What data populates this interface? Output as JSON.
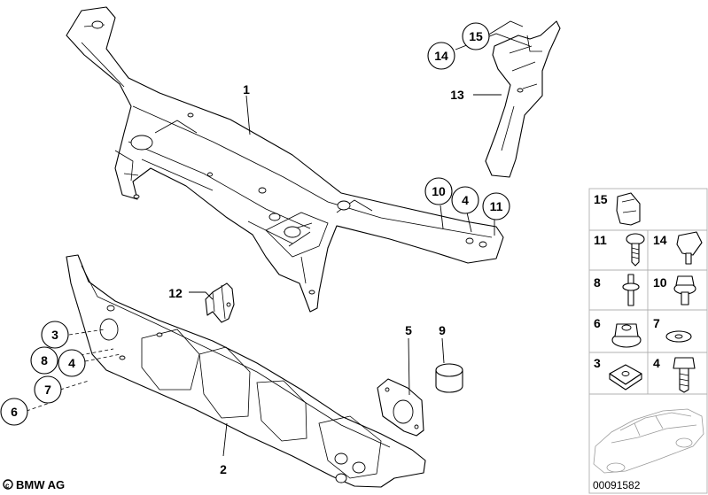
{
  "diagram": {
    "callouts": {
      "p1": "1",
      "p2": "2",
      "p3": "3",
      "p4a": "4",
      "p4b": "4",
      "p5": "5",
      "p6": "6",
      "p7": "7",
      "p8": "8",
      "p9": "9",
      "p10": "10",
      "p11": "11",
      "p12": "12",
      "p13": "13",
      "p14": "14",
      "p15": "15"
    },
    "legend": {
      "c15": "15",
      "c11": "11",
      "c14": "14",
      "c8": "8",
      "c10": "10",
      "c6": "6",
      "c7": "7",
      "c3": "3",
      "c4": "4"
    },
    "brand": "BMW AG",
    "drawing_number": "00091582"
  }
}
